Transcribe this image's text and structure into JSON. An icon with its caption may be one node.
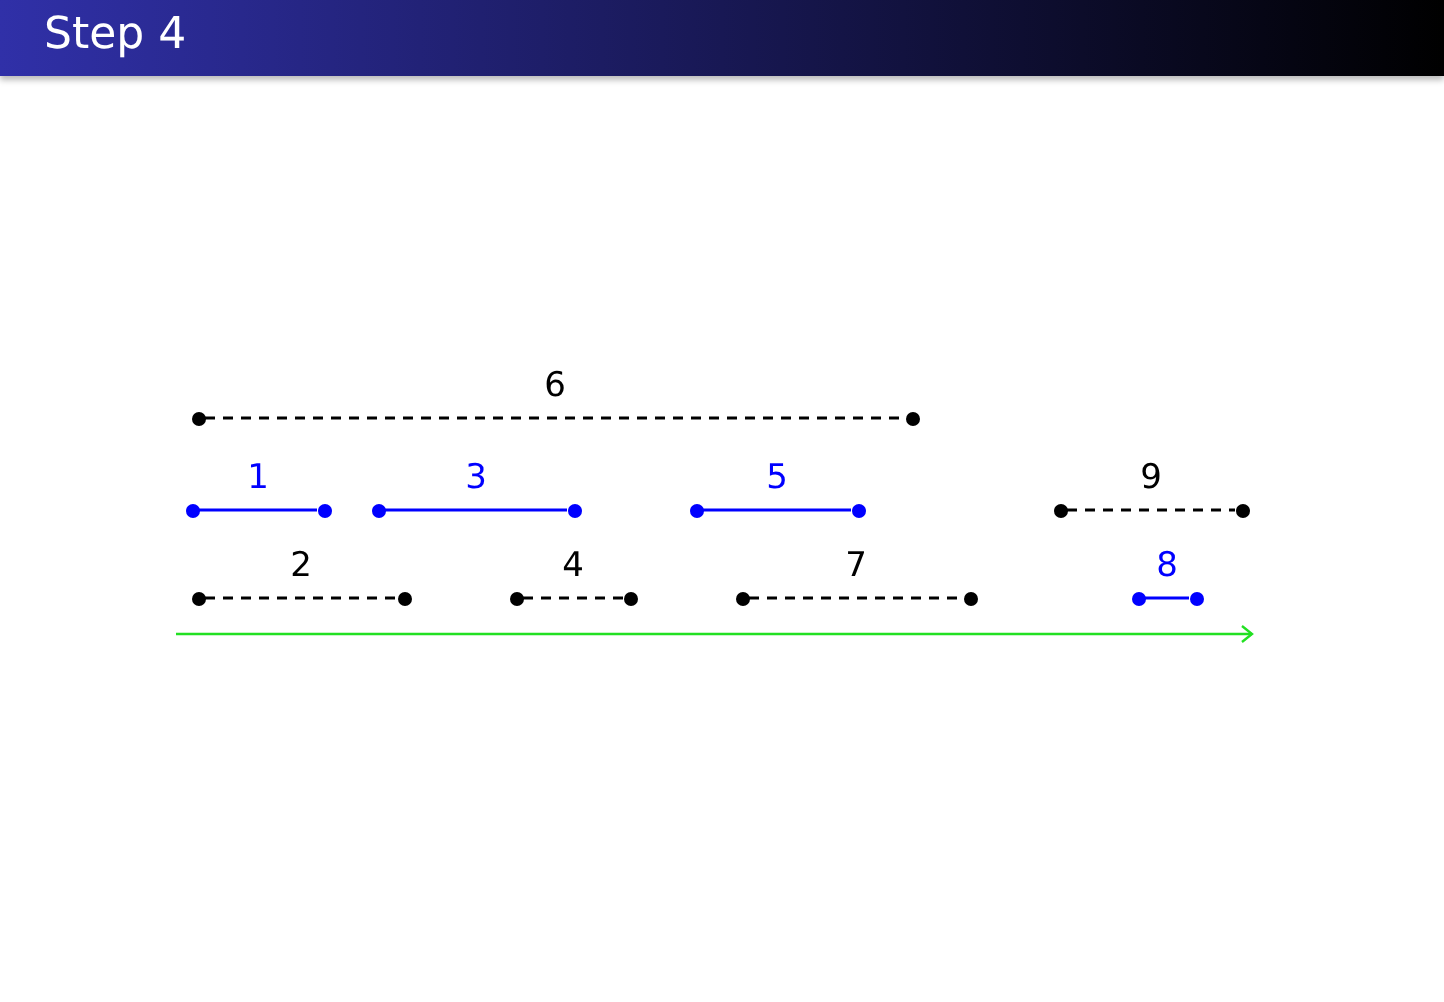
{
  "diagram": {
    "title": "Step 4",
    "nodes": [
      {
        "text": [],
        "shape": "circle"
      },
      {
        "text": [],
        "shape": "circle"
      },
      {
        "text": [],
        "shape": "circle"
      },
      {
        "text": [],
        "shape": "circle"
      },
      {
        "text": [],
        "shape": "circle"
      },
      {
        "text": [],
        "shape": "circle"
      },
      {
        "text": [],
        "shape": "circle"
      },
      {
        "text": [],
        "shape": "circle"
      },
      {
        "text": [],
        "shape": "circle"
      },
      {
        "text": [],
        "shape": "circle"
      },
      {
        "text": [],
        "shape": "circle"
      },
      {
        "text": [],
        "shape": "circle"
      },
      {
        "text": [],
        "shape": "circle"
      },
      {
        "text": [],
        "shape": "circle"
      },
      {
        "text": [],
        "shape": "circle"
      },
      {
        "text": [],
        "shape": "circle"
      },
      {
        "text": [],
        "shape": "circle"
      },
      {
        "text": [],
        "shape": "circle"
      }
    ],
    "edges": [
      {
        "from": 0,
        "to": 1,
        "arrow": "none",
        "label": "6",
        "style": "dashed"
      },
      {
        "from": 2,
        "to": 3,
        "arrow": "none",
        "label": "1",
        "color": "#0000ff"
      },
      {
        "from": 4,
        "to": 5,
        "arrow": "none",
        "label": "3",
        "color": "#0000ff"
      },
      {
        "from": 6,
        "to": 7,
        "arrow": "none",
        "label": "5",
        "color": "#0000ff"
      },
      {
        "from": 8,
        "to": 9,
        "arrow": "none",
        "label": "9",
        "style": "dashed"
      },
      {
        "from": 10,
        "to": 11,
        "arrow": "none",
        "label": "2",
        "style": "dashed"
      },
      {
        "from": 12,
        "to": 13,
        "arrow": "none",
        "label": "4",
        "style": "dashed"
      },
      {
        "from": 14,
        "to": 15,
        "arrow": "none",
        "label": "7",
        "style": "dashed"
      },
      {
        "from": 16,
        "to": 17,
        "arrow": "none",
        "label": "8",
        "color": "#0000ff"
      }
    ]
  }
}
